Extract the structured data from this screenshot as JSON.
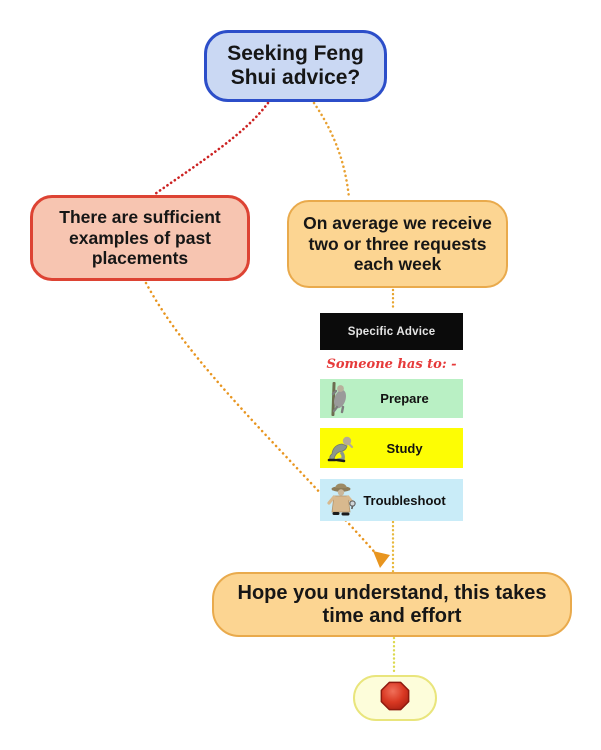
{
  "nodes": {
    "root": {
      "label": "Seeking Feng Shui advice?"
    },
    "left": {
      "label": "There are sufficient examples of past placements"
    },
    "right": {
      "label": "On average we receive two or three requests each week"
    },
    "bottom": {
      "label": "Hope you understand, this takes time and effort"
    }
  },
  "panel": {
    "header": "Specific Advice",
    "subheader": "Someone has to: -",
    "items": [
      {
        "label": "Prepare",
        "icon": "pole-climber-icon",
        "color": "#b9f0c4"
      },
      {
        "label": "Study",
        "icon": "crouching-person-icon",
        "color": "#fdfd04"
      },
      {
        "label": "Troubleshoot",
        "icon": "detective-icon",
        "color": "#c9ecf8"
      }
    ]
  },
  "terminal": {
    "icon": "stop-sign-icon"
  },
  "colors": {
    "root_fill": "#cad8f3",
    "root_border": "#2c4ec9",
    "left_fill": "#f7c5b1",
    "left_border": "#dd4333",
    "orange_fill": "#fcd592",
    "orange_border": "#e9aa4c",
    "red_connector": "#cc2222",
    "orange_connector": "#e8951f",
    "gold_connector": "#e7ab33",
    "yellow_connector": "#dcd94e",
    "terminal_fill": "#fdfdda",
    "terminal_border": "#e9e57c",
    "stop_red": "#d93822"
  }
}
